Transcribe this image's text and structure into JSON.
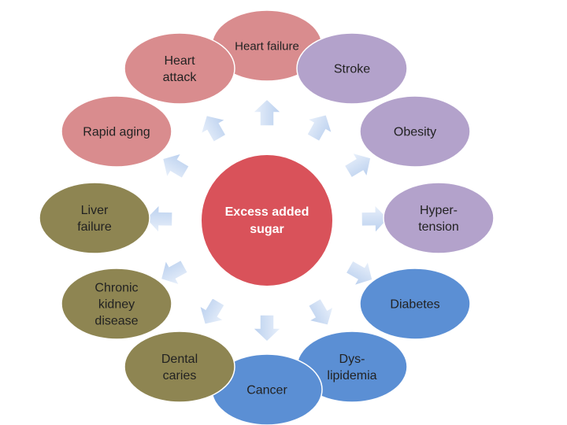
{
  "diagram": {
    "center": {
      "lines": [
        "Excess added",
        "sugar"
      ],
      "color": "#d9525a"
    },
    "palette": {
      "pink": "#d98c8e",
      "purple": "#b3a2cb",
      "blue": "#5b8fd4",
      "olive": "#8e8552",
      "arrow": "#c8d9f0"
    },
    "nodes": [
      {
        "id": "heart-failure",
        "lines": [
          "Heart failure"
        ],
        "color": "pink"
      },
      {
        "id": "stroke",
        "lines": [
          "Stroke"
        ],
        "color": "purple"
      },
      {
        "id": "obesity",
        "lines": [
          "Obesity"
        ],
        "color": "purple"
      },
      {
        "id": "hypertension",
        "lines": [
          "Hyper-",
          "tension"
        ],
        "color": "purple"
      },
      {
        "id": "diabetes",
        "lines": [
          "Diabetes"
        ],
        "color": "blue"
      },
      {
        "id": "dyslipidemia",
        "lines": [
          "Dys-",
          "lipidemia"
        ],
        "color": "blue"
      },
      {
        "id": "cancer",
        "lines": [
          "Cancer"
        ],
        "color": "blue"
      },
      {
        "id": "dental-caries",
        "lines": [
          "Dental",
          "caries"
        ],
        "color": "olive"
      },
      {
        "id": "chronic-kidney-disease",
        "lines": [
          "Chronic",
          "kidney",
          "disease"
        ],
        "color": "olive"
      },
      {
        "id": "liver-failure",
        "lines": [
          "Liver",
          "failure"
        ],
        "color": "olive"
      },
      {
        "id": "rapid-aging",
        "lines": [
          "Rapid aging"
        ],
        "color": "pink"
      },
      {
        "id": "heart-attack",
        "lines": [
          "Heart",
          "attack"
        ],
        "color": "pink"
      }
    ]
  }
}
